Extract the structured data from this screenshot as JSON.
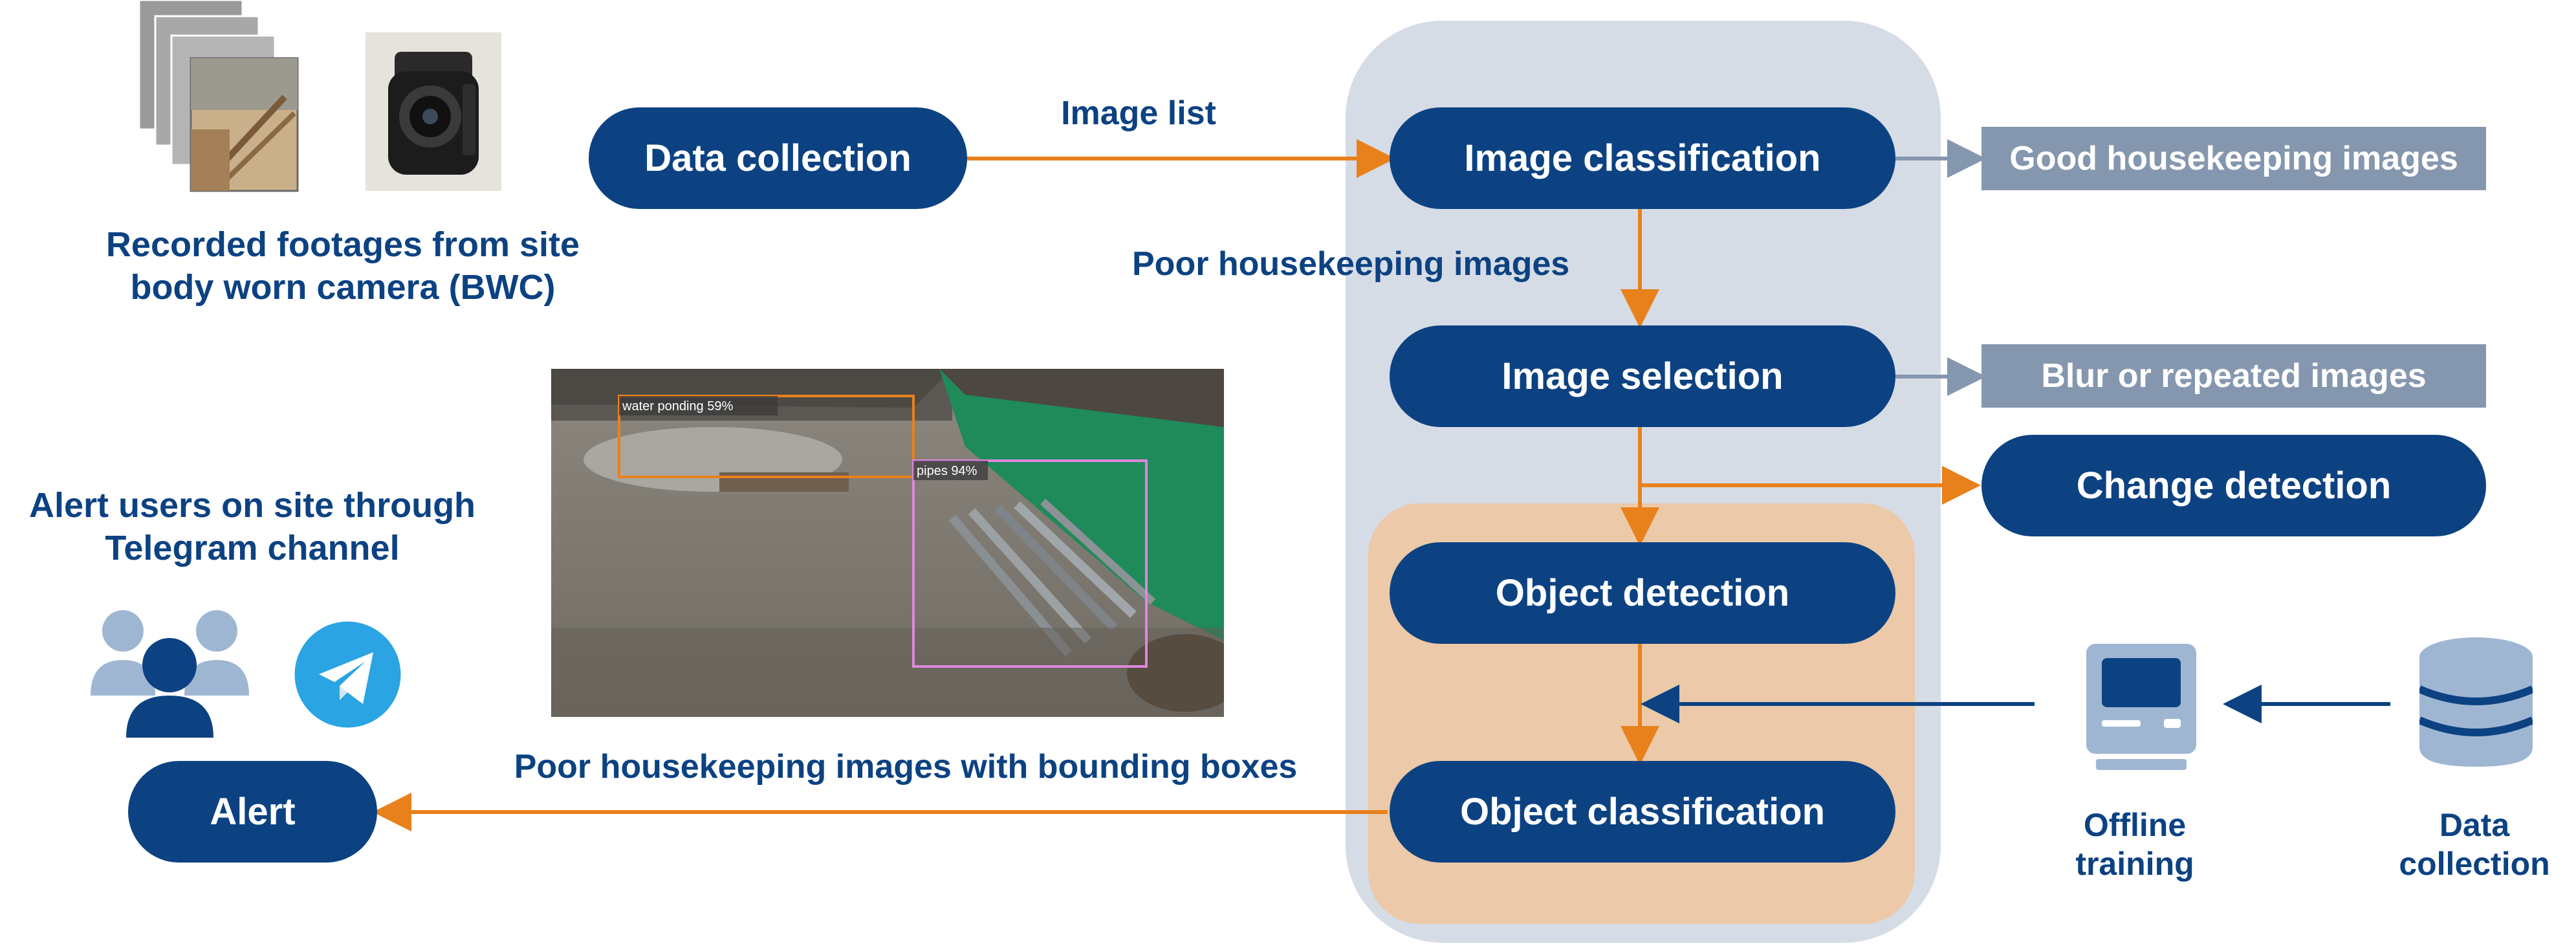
{
  "nodes": {
    "data_collection": "Data collection",
    "image_classification": "Image classification",
    "image_selection": "Image selection",
    "object_detection": "Object detection",
    "object_classification": "Object classification",
    "change_detection": "Change detection",
    "alert": "Alert",
    "good_housekeeping": "Good housekeeping images",
    "blur_repeated": "Blur or repeated images"
  },
  "labels": {
    "image_list": "Image list",
    "poor_housekeeping": "Poor housekeeping images",
    "poor_with_boxes": "Poor housekeeping images with bounding boxes",
    "recorded_line1": "Recorded footages from site",
    "recorded_line2": "body worn camera (BWC)",
    "alert_line1": "Alert users on site through",
    "alert_line2": "Telegram channel",
    "offline_line1": "Offline",
    "offline_line2": "training",
    "datacol_line1": "Data",
    "datacol_line2": "collection"
  },
  "detections": {
    "water": "water ponding 59%",
    "pipes": "pipes 94%"
  },
  "colors": {
    "navy": "#0c4282",
    "orange": "#e8811c",
    "slate": "#8597ae",
    "panel_main": "#d6dce6",
    "panel_inner": "#ebc9a9",
    "icon_light": "#9fb6d3"
  },
  "icons": [
    "stacked-frames-icon",
    "body-camera-icon",
    "users-group-icon",
    "telegram-icon",
    "computer-icon",
    "database-icon"
  ]
}
